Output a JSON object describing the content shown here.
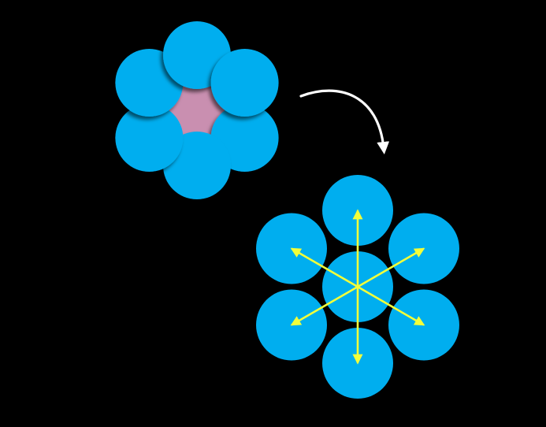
{
  "colors": {
    "background": "#000000",
    "circle_fill": "#00AEEF",
    "gap_fill": "#C98FB0",
    "shadow": "#000000",
    "transition_arrow": "#FFFFFF",
    "radial_arrows": "#F2FF3A"
  },
  "diagram": {
    "before": {
      "ring_circle_count": 6,
      "center": "gap"
    },
    "transition": {
      "icon": "curved-arrow-icon",
      "direction": "clockwise-down"
    },
    "after": {
      "ring_circle_count": 6,
      "center": "circle",
      "arrow_count": 6,
      "arrow_icon": "radial-arrow-icon"
    }
  }
}
